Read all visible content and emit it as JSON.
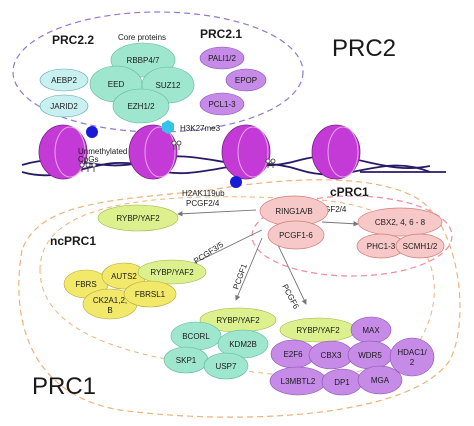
{
  "complexes": {
    "prc2": "PRC2",
    "prc1": "PRC1",
    "prc2_2": "PRC2.2",
    "prc2_1": "PRC2.1",
    "core_proteins": "Core proteins",
    "cprc1": "cPRC1",
    "ncprc1": "ncPRC1"
  },
  "proteins": {
    "aebp2": "AEBP2",
    "jarid2": "JARID2",
    "rbbp": "RBBP4/7",
    "eed": "EED",
    "suz12": "SUZ12",
    "ezh": "EZH1/2",
    "pali": "PALI1/2",
    "epop": "EPOP",
    "pcl": "PCL1-3",
    "ring1": "RING1A/B",
    "pcgf16": "PCGF1-6",
    "rybp_top": "RYBP/YAF2",
    "cbx": "CBX2, 4, 6 - 8",
    "phc": "PHC1-3",
    "scmh": "SCMH1/2",
    "fbrs": "FBRS",
    "auts2": "AUTS2",
    "rybp_left": "RYBP/YAF2",
    "fbrsl1": "FBRSL1",
    "ck2a_1": "CK2A1,2,",
    "ck2a_2": "B",
    "rybp_mid": "RYBP/YAF2",
    "bcorl": "BCORL",
    "kdm2b": "KDM2B",
    "skp1": "SKP1",
    "usp7": "USP7",
    "rybp_right": "RYBP/YAF2",
    "max": "MAX",
    "e2f6": "E2F6",
    "cbx3": "CBX3",
    "wdr5": "WDR5",
    "hdac_1": "HDAC1/",
    "hdac_2": "2",
    "l3mbtl2": "L3MBTL2",
    "dp1": "DP1",
    "mga": "MGA"
  },
  "marks": {
    "h3k27me3": "H3K27me3",
    "h2ak119ub": "H2AK119ub",
    "unmethylated_1": "Unmethylated",
    "unmethylated_2": "CpGs"
  },
  "arrow_labels": {
    "pcgf24_left": "PCGF2/4",
    "pcgf24_right": "PCGF2/4",
    "pcgf35": "PCGF3/5",
    "pcgf1": "PCGF1",
    "pcgf6": "PCGF6"
  },
  "colors": {
    "teal": "#9fe6cf",
    "light_blue": "#c9f0f0",
    "purple": "#c58be6",
    "magenta": "#c43ad6",
    "pink": "#f7c8c8",
    "pink_dark": "#e89797",
    "yellow_green": "#ddf08e",
    "yellow": "#f2e86a",
    "dashed_purple": "#8a7bd8",
    "dashed_orange": "#f0b27a",
    "dashed_pink": "#f08a9a"
  }
}
